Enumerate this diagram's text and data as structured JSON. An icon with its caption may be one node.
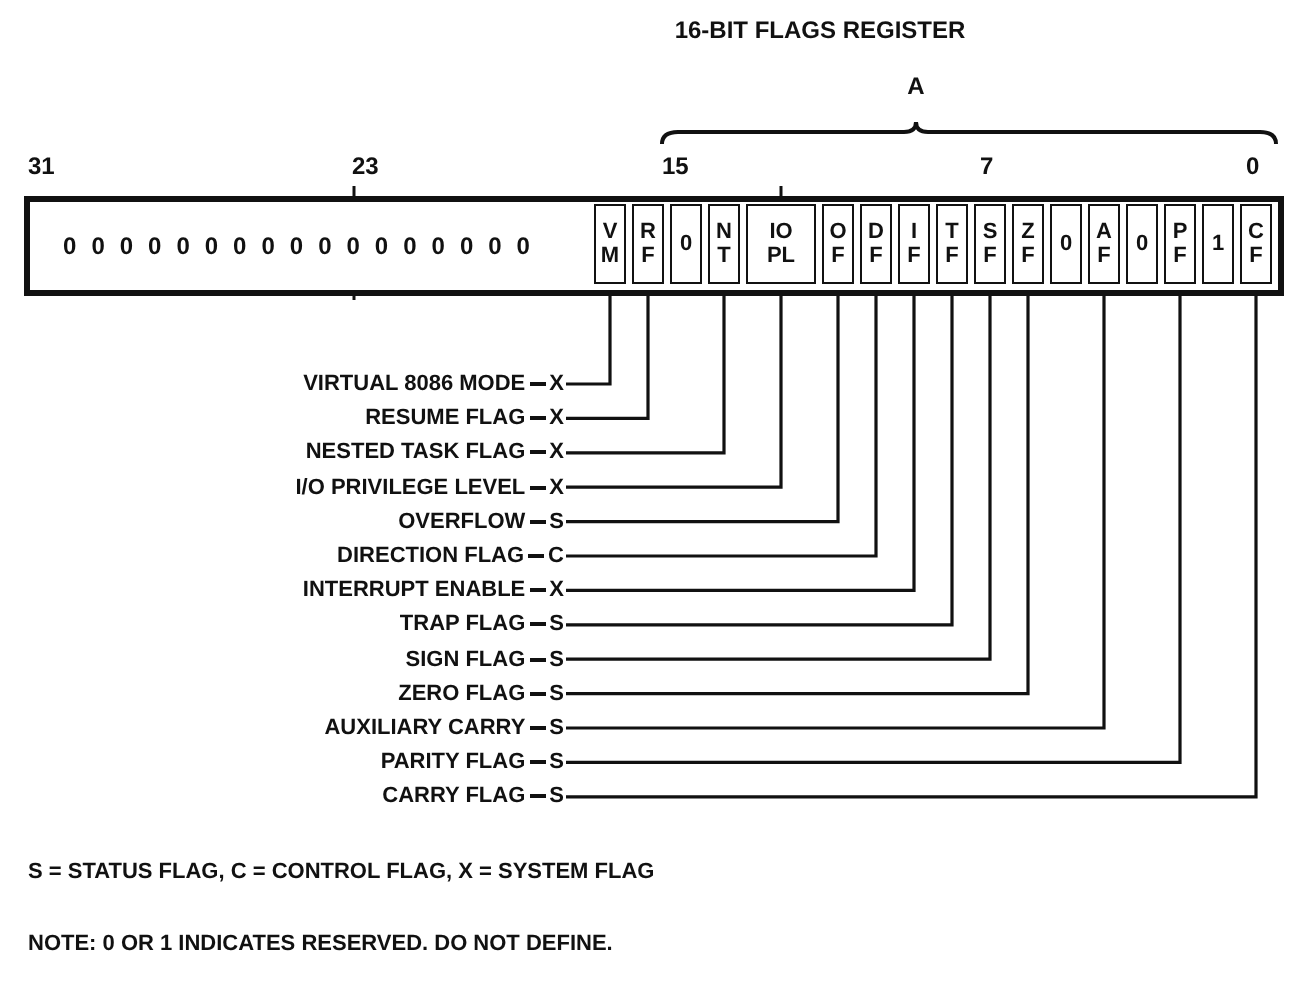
{
  "diagram": {
    "nodes": [
      {
        "text": [
          "00000000000000000"
        ]
      },
      {
        "text": [
          "V M"
        ]
      },
      {
        "text": [
          "R F"
        ]
      },
      {
        "text": [
          "0"
        ]
      },
      {
        "text": [
          "N T"
        ]
      },
      {
        "text": [
          "IO PL"
        ]
      },
      {
        "text": [
          "O F"
        ]
      },
      {
        "text": [
          "D F"
        ]
      },
      {
        "text": [
          "I F"
        ]
      },
      {
        "text": [
          "T F"
        ]
      },
      {
        "text": [
          "S F"
        ]
      },
      {
        "text": [
          "Z F"
        ]
      },
      {
        "text": [
          "0"
        ]
      },
      {
        "text": [
          "A F"
        ]
      },
      {
        "text": [
          "0"
        ]
      },
      {
        "text": [
          "P F"
        ]
      },
      {
        "text": [
          "1"
        ]
      },
      {
        "text": [
          "C F"
        ]
      },
      {
        "text": [
          "VIRTUAL 8086 MODE",
          "X"
        ]
      },
      {
        "text": [
          "RESUME FLAG",
          "X"
        ]
      },
      {
        "text": [
          "NESTED TASK FLAG",
          "X"
        ]
      },
      {
        "text": [
          "I/O PRIVILEGE LEVEL",
          "X"
        ]
      },
      {
        "text": [
          "OVERFLOW",
          "S"
        ]
      },
      {
        "text": [
          "DIRECTION FLAG",
          "C"
        ]
      },
      {
        "text": [
          "INTERRUPT ENABLE",
          "X"
        ]
      },
      {
        "text": [
          "TRAP FLAG",
          "S"
        ]
      },
      {
        "text": [
          "SIGN FLAG",
          "S"
        ]
      },
      {
        "text": [
          "ZERO FLAG",
          "S"
        ]
      },
      {
        "text": [
          "AUXILIARY CARRY",
          "S"
        ]
      },
      {
        "text": [
          "PARITY FLAG",
          "S"
        ]
      },
      {
        "text": [
          "CARRY FLAG",
          "S"
        ]
      }
    ],
    "edges": [
      {
        "from": 18,
        "to": 1,
        "arrow": "none"
      },
      {
        "from": 19,
        "to": 2,
        "arrow": "none"
      },
      {
        "from": 20,
        "to": 4,
        "arrow": "none"
      },
      {
        "from": 21,
        "to": 5,
        "arrow": "none"
      },
      {
        "from": 22,
        "to": 6,
        "arrow": "none"
      },
      {
        "from": 23,
        "to": 7,
        "arrow": "none"
      },
      {
        "from": 24,
        "to": 8,
        "arrow": "none"
      },
      {
        "from": 25,
        "to": 9,
        "arrow": "none"
      },
      {
        "from": 26,
        "to": 10,
        "arrow": "none"
      },
      {
        "from": 27,
        "to": 11,
        "arrow": "none"
      },
      {
        "from": 28,
        "to": 13,
        "arrow": "none"
      },
      {
        "from": 29,
        "to": 15,
        "arrow": "none"
      },
      {
        "from": 30,
        "to": 17,
        "arrow": "none"
      }
    ],
    "labels": [
      "16-BIT FLAGS REGISTER",
      "A",
      "31",
      "23",
      "15",
      "7",
      "0",
      "S = STATUS FLAG, C = CONTROL FLAG, X = SYSTEM FLAG",
      "NOTE: 0 OR 1 INDICATES RESERVED. DO NOT DEFINE."
    ]
  }
}
